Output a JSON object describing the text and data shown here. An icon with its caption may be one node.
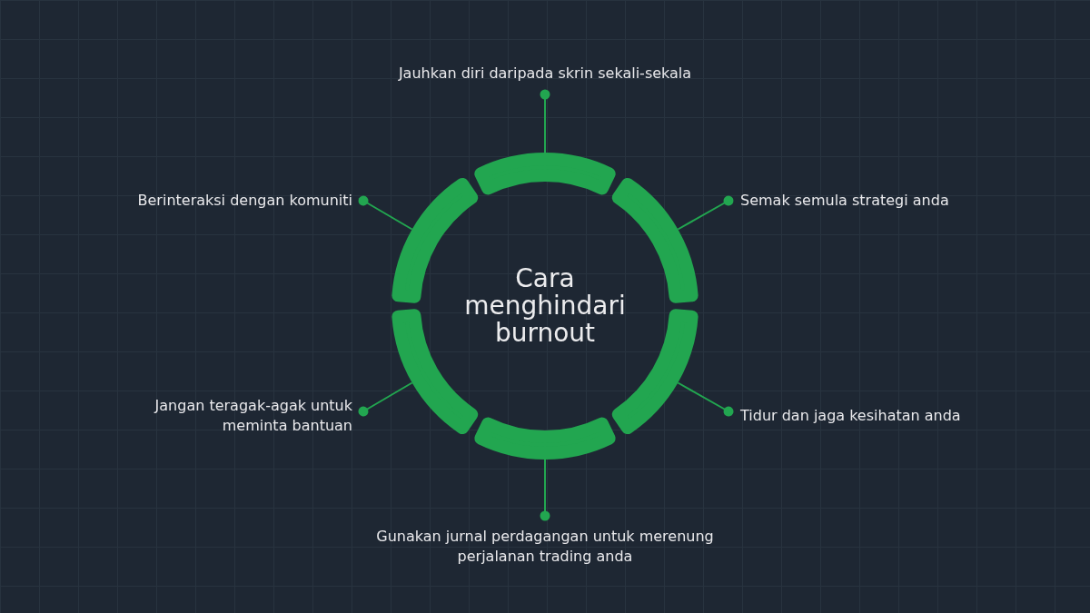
{
  "diagram": {
    "title": "Cara menghindari burnout",
    "nodes": [
      {
        "text": [
          "Jauhkan diri daripada skrin sekali-sekala"
        ]
      },
      {
        "text": [
          "Berinteraksi dengan komuniti"
        ]
      },
      {
        "text": [
          "Semak semula strategi anda"
        ]
      },
      {
        "text": [
          "Jangan teragak-agak untuk meminta bantuan"
        ]
      },
      {
        "text": [
          "Tidur dan jaga kesihatan anda"
        ]
      },
      {
        "text": [
          "Gunakan jurnal perdagangan untuk merenung perjalanan trading anda"
        ]
      },
      {
        "text": [],
        "shape": "arc"
      },
      {
        "text": [],
        "shape": "arc"
      },
      {
        "text": [],
        "shape": "arc"
      },
      {
        "text": [],
        "shape": "arc"
      },
      {
        "text": [],
        "shape": "arc"
      },
      {
        "text": [],
        "shape": "arc"
      }
    ],
    "edges": [
      {
        "from": 0,
        "to": 6,
        "arrow": "other"
      },
      {
        "from": 1,
        "to": 7,
        "arrow": "other"
      },
      {
        "from": 2,
        "to": 8,
        "arrow": "other"
      },
      {
        "from": 3,
        "to": 9,
        "arrow": "other"
      },
      {
        "from": 4,
        "to": 10,
        "arrow": "other"
      },
      {
        "from": 5,
        "to": 11,
        "arrow": "other"
      }
    ]
  }
}
